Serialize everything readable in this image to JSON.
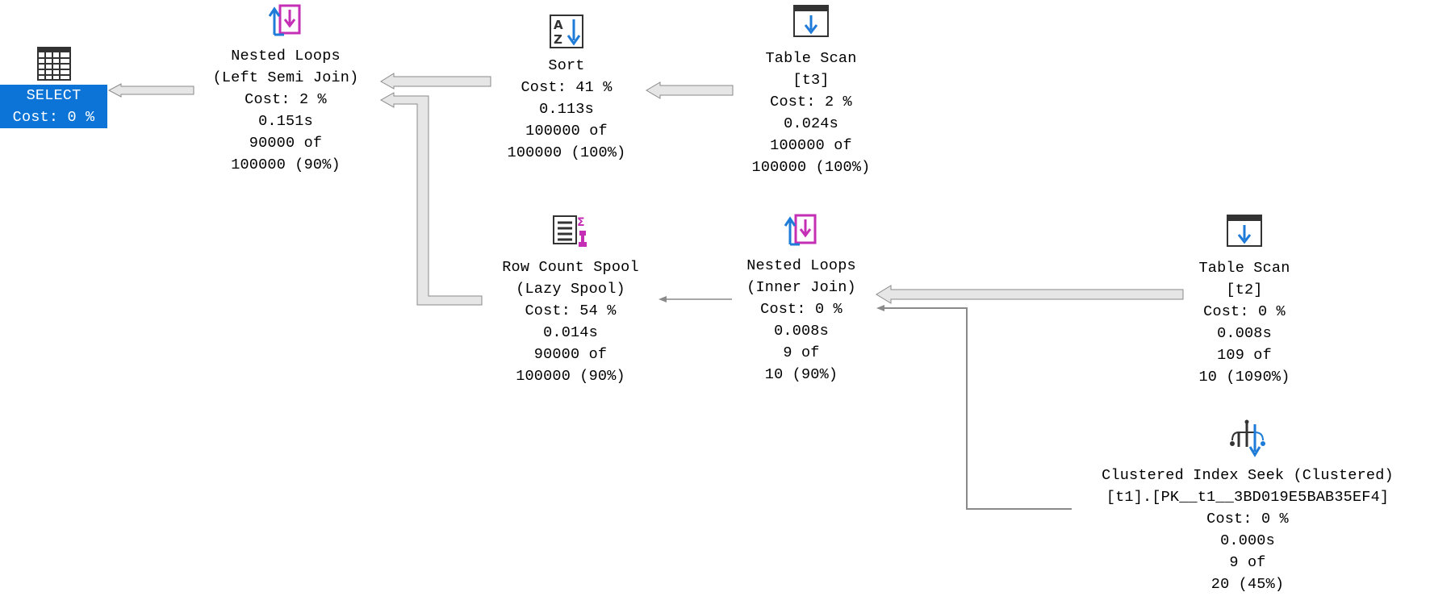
{
  "plan": {
    "select": {
      "lines": [
        "SELECT",
        "Cost: 0 %"
      ],
      "icon": "result-grid-icon",
      "selected": true
    },
    "nested_loops_semi": {
      "lines": [
        "Nested Loops",
        "(Left Semi Join)",
        "Cost: 2 %",
        "0.151s",
        "90000 of",
        "100000 (90%)"
      ],
      "icon": "nested-loops-icon"
    },
    "sort": {
      "lines": [
        "Sort",
        "Cost: 41 %",
        "0.113s",
        "100000 of",
        "100000 (100%)"
      ],
      "icon": "sort-icon"
    },
    "table_scan_t3": {
      "lines": [
        "Table Scan",
        "[t3]",
        "Cost: 2 %",
        "0.024s",
        "100000 of",
        "100000 (100%)"
      ],
      "icon": "table-scan-icon"
    },
    "row_count_spool": {
      "lines": [
        "Row Count Spool",
        "(Lazy Spool)",
        "Cost: 54 %",
        "0.014s",
        "90000 of",
        "100000 (90%)"
      ],
      "icon": "row-count-spool-icon"
    },
    "nested_loops_inner": {
      "lines": [
        "Nested Loops",
        "(Inner Join)",
        "Cost: 0 %",
        "0.008s",
        "9 of",
        "10 (90%)"
      ],
      "icon": "nested-loops-icon"
    },
    "table_scan_t2": {
      "lines": [
        "Table Scan",
        "[t2]",
        "Cost: 0 %",
        "0.008s",
        "109 of",
        "10 (1090%)"
      ],
      "icon": "table-scan-icon"
    },
    "clustered_index_seek": {
      "lines": [
        "Clustered Index Seek (Clustered)",
        "[t1].[PK__t1__3BD019E5BAB35EF4]",
        "Cost: 0 %",
        "0.000s",
        "9 of",
        "20 (45%)"
      ],
      "icon": "clustered-index-seek-icon"
    }
  },
  "colors": {
    "selection": "#0b74d6",
    "icon_blue": "#1e7bd8",
    "icon_magenta": "#c42fb6",
    "arrow_fill": "#e6e6e6",
    "arrow_stroke": "#8a8a8a"
  }
}
